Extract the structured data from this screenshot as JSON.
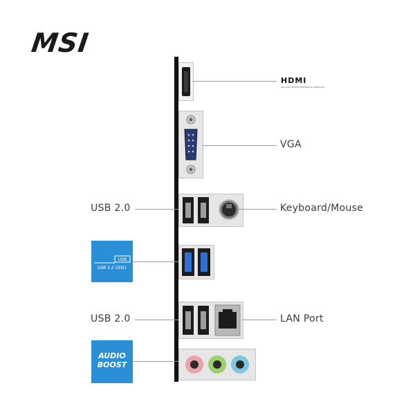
{
  "brand": {
    "logo": "MSI"
  },
  "ports": {
    "hdmi": {
      "label": "HDMI",
      "fine_print": "HIGH-DEFINITION MULTIMEDIA INTERFACE"
    },
    "vga": {
      "label": "VGA"
    },
    "keyboard_mouse": {
      "label": "Keyboard/Mouse"
    },
    "usb20_top": {
      "label": "USB 2.0"
    },
    "usb32": {
      "badge_top": "USB",
      "badge_bottom": "USB 3.2 GEN1"
    },
    "usb20_bottom": {
      "label": "USB 2.0"
    },
    "lan": {
      "label": "LAN Port"
    },
    "audio": {
      "badge_line1": "AUDIO",
      "badge_line2": "BOOST"
    }
  },
  "colors": {
    "badge_blue": "#2b8fd8",
    "usb3_blue": "#2f6fd6",
    "audio_pink": "#e9a3a8",
    "audio_green": "#9ccf6e",
    "audio_blue": "#7cc6e0"
  }
}
